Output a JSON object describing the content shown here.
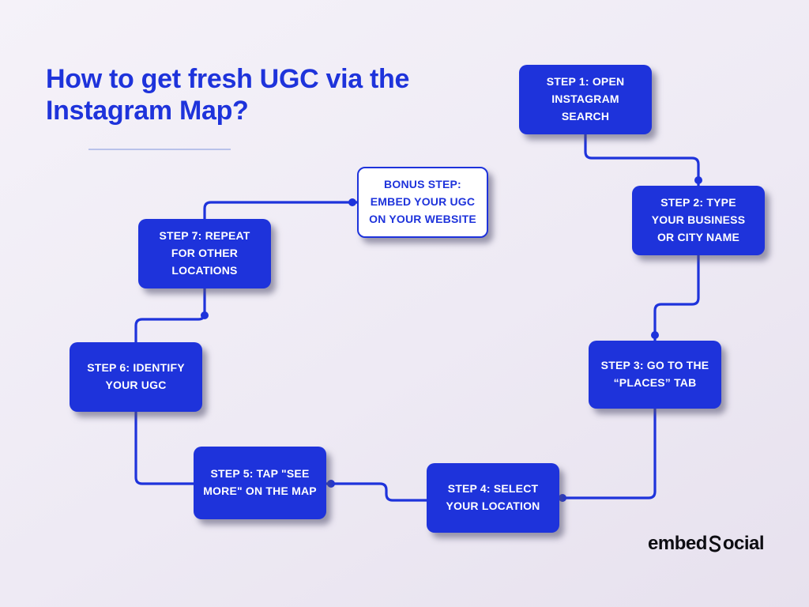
{
  "header": {
    "title_line1": "How to get fresh UGC via the",
    "title_line2": "Instagram Map?"
  },
  "flow": {
    "steps": [
      {
        "label": "STEP 1: OPEN\nINSTAGRAM\nSEARCH",
        "style": "solid"
      },
      {
        "label": "STEP 2: TYPE\nYOUR BUSINESS\nOR CITY NAME",
        "style": "solid"
      },
      {
        "label": "STEP 3: GO TO THE\n“PLACES” TAB",
        "style": "solid"
      },
      {
        "label": "STEP 4: SELECT\nYOUR LOCATION",
        "style": "solid"
      },
      {
        "label": "STEP 5: TAP \"SEE\nMORE\" ON THE MAP",
        "style": "solid"
      },
      {
        "label": "STEP 6: IDENTIFY\nYOUR UGC",
        "style": "solid"
      },
      {
        "label": "STEP 7: REPEAT\nFOR OTHER\nLOCATIONS",
        "style": "solid"
      },
      {
        "label": "BONUS STEP:\nEMBED YOUR UGC\nON YOUR WEBSITE",
        "style": "outline"
      }
    ]
  },
  "logo": {
    "text_prefix": "embed",
    "text_suffix": "ocial",
    "icon": "s-curve-icon"
  },
  "colors": {
    "accent_blue": "#1E33DB",
    "background": "#EEEAF4",
    "box_text": "#FFFFFF",
    "underline": "#B9C2EA",
    "logo_black": "#0D0D12",
    "shadow": "rgba(80,79,110,0.55)"
  }
}
